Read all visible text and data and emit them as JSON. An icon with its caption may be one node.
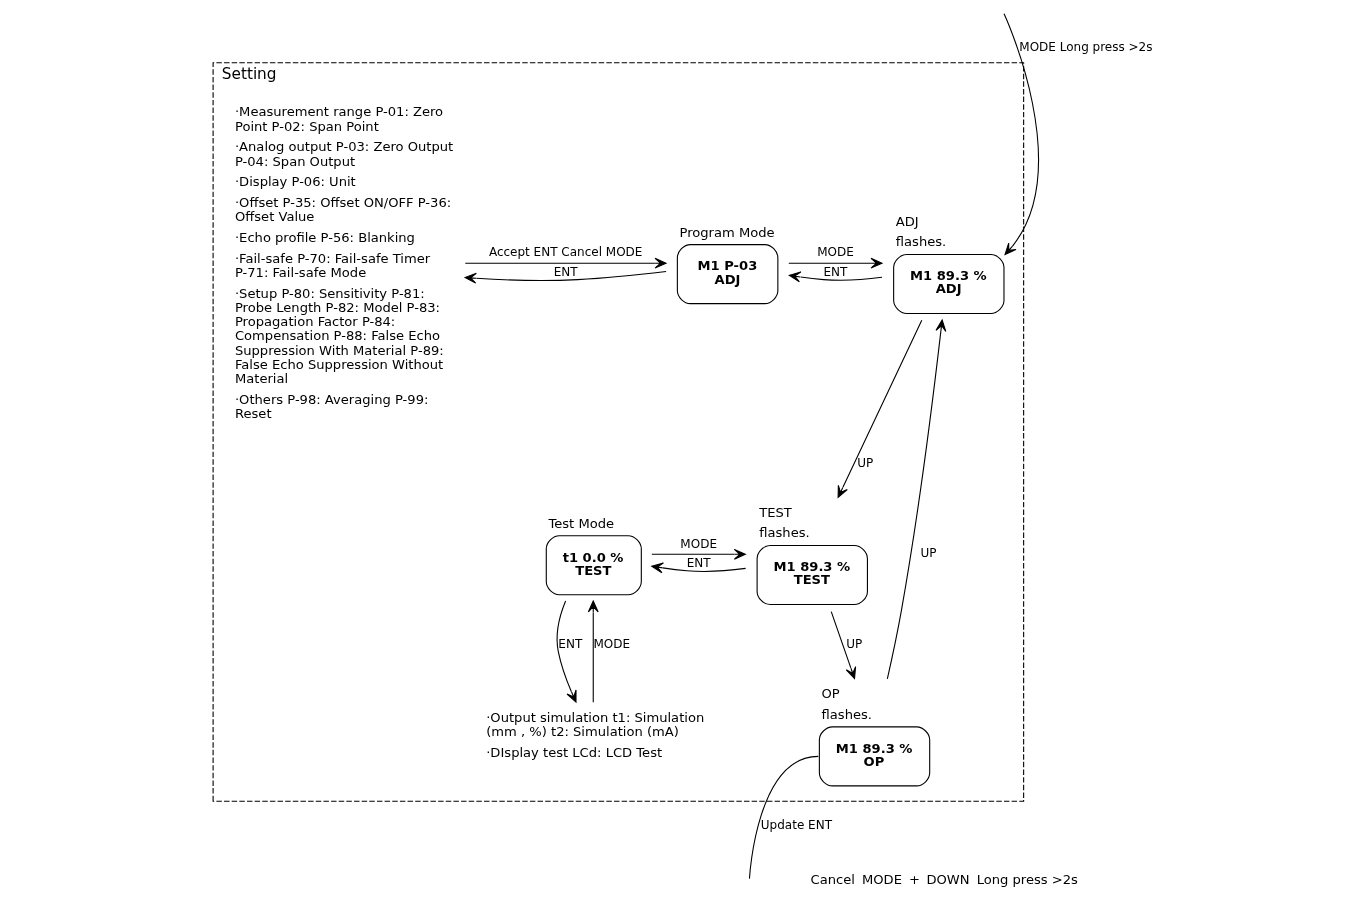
{
  "diagram": {
    "nodes": [
      {
        "text": [
          "Setting"
        ]
      },
      {
        "text": [
          "M1 89.3 %",
          "ADJ"
        ],
        "in": 0,
        "beside": [
          "ADJ",
          "flashes."
        ]
      },
      {
        "text": [
          "M1 P-03",
          "ADJ"
        ],
        "in": 0,
        "beside": [
          "Program Mode"
        ]
      },
      {
        "text": [
          "M1 89.3 %",
          "TEST"
        ],
        "in": 0,
        "beside": [
          "TEST",
          "flashes."
        ]
      },
      {
        "text": [
          "t1 0.0 %",
          "TEST"
        ],
        "in": 0,
        "beside": [
          "Test Mode"
        ]
      },
      {
        "text": [
          "M1 89.3 %",
          "OP"
        ],
        "in": 0,
        "beside": [
          "OP",
          "flashes."
        ]
      },
      {
        "text": [
          "·Measurement range P-01: Zero Point P-02: Span Point",
          "·Analog output P-03: Zero Output P-04: Span Output",
          "·Display P-06: Unit",
          "·Offset P-35: Offset ON/OFF P-36: Offset Value",
          "·Echo profile P-56: Blanking",
          "·Fail-safe P-70: Fail-safe Timer P-71: Fail-safe Mode",
          "·Setup P-80: Sensitivity P-81: Probe Length P-82: Model P-83: Propagation Factor P-84: Compensation P-88: False Echo Suppression With Material P-89: False Echo Suppression Without Material",
          "·Others P-98: Averaging P-99: Reset"
        ],
        "in": 0
      },
      {
        "text": [
          "·Output simulation t1: Simulation (mm , %) t2: Simulation (mA)",
          "·DIsplay test LCd: LCD Test"
        ],
        "in": 0
      }
    ],
    "edges": [
      {
        "from": null,
        "to": 1,
        "arrow": "to",
        "label": "MODE Long press >2s"
      },
      {
        "from": 1,
        "to": 2,
        "arrow": "to",
        "label": "ENT"
      },
      {
        "from": 2,
        "to": 1,
        "arrow": "to",
        "label": "MODE"
      },
      {
        "from": 2,
        "to": 6,
        "arrow": "to",
        "label": "ENT"
      },
      {
        "from": 6,
        "to": 2,
        "arrow": "to",
        "label": "Accept ENT Cancel MODE"
      },
      {
        "from": 1,
        "to": 3,
        "arrow": "to",
        "label": "UP"
      },
      {
        "from": 3,
        "to": 4,
        "arrow": "to",
        "label": "ENT"
      },
      {
        "from": 4,
        "to": 3,
        "arrow": "to",
        "label": "MODE"
      },
      {
        "from": 3,
        "to": 5,
        "arrow": "to",
        "label": "UP"
      },
      {
        "from": 5,
        "to": 1,
        "arrow": "to",
        "label": "UP"
      },
      {
        "from": 7,
        "to": 4,
        "arrow": "to",
        "label": "MODE"
      },
      {
        "from": 4,
        "to": 7,
        "arrow": "to",
        "label": "ENT"
      },
      {
        "from": 5,
        "to": null,
        "arrow": "none",
        "label": "Update ENT"
      }
    ],
    "labels": [
      "Cancel",
      "MODE",
      "+",
      "DOWN",
      "Long press >2s"
    ]
  }
}
